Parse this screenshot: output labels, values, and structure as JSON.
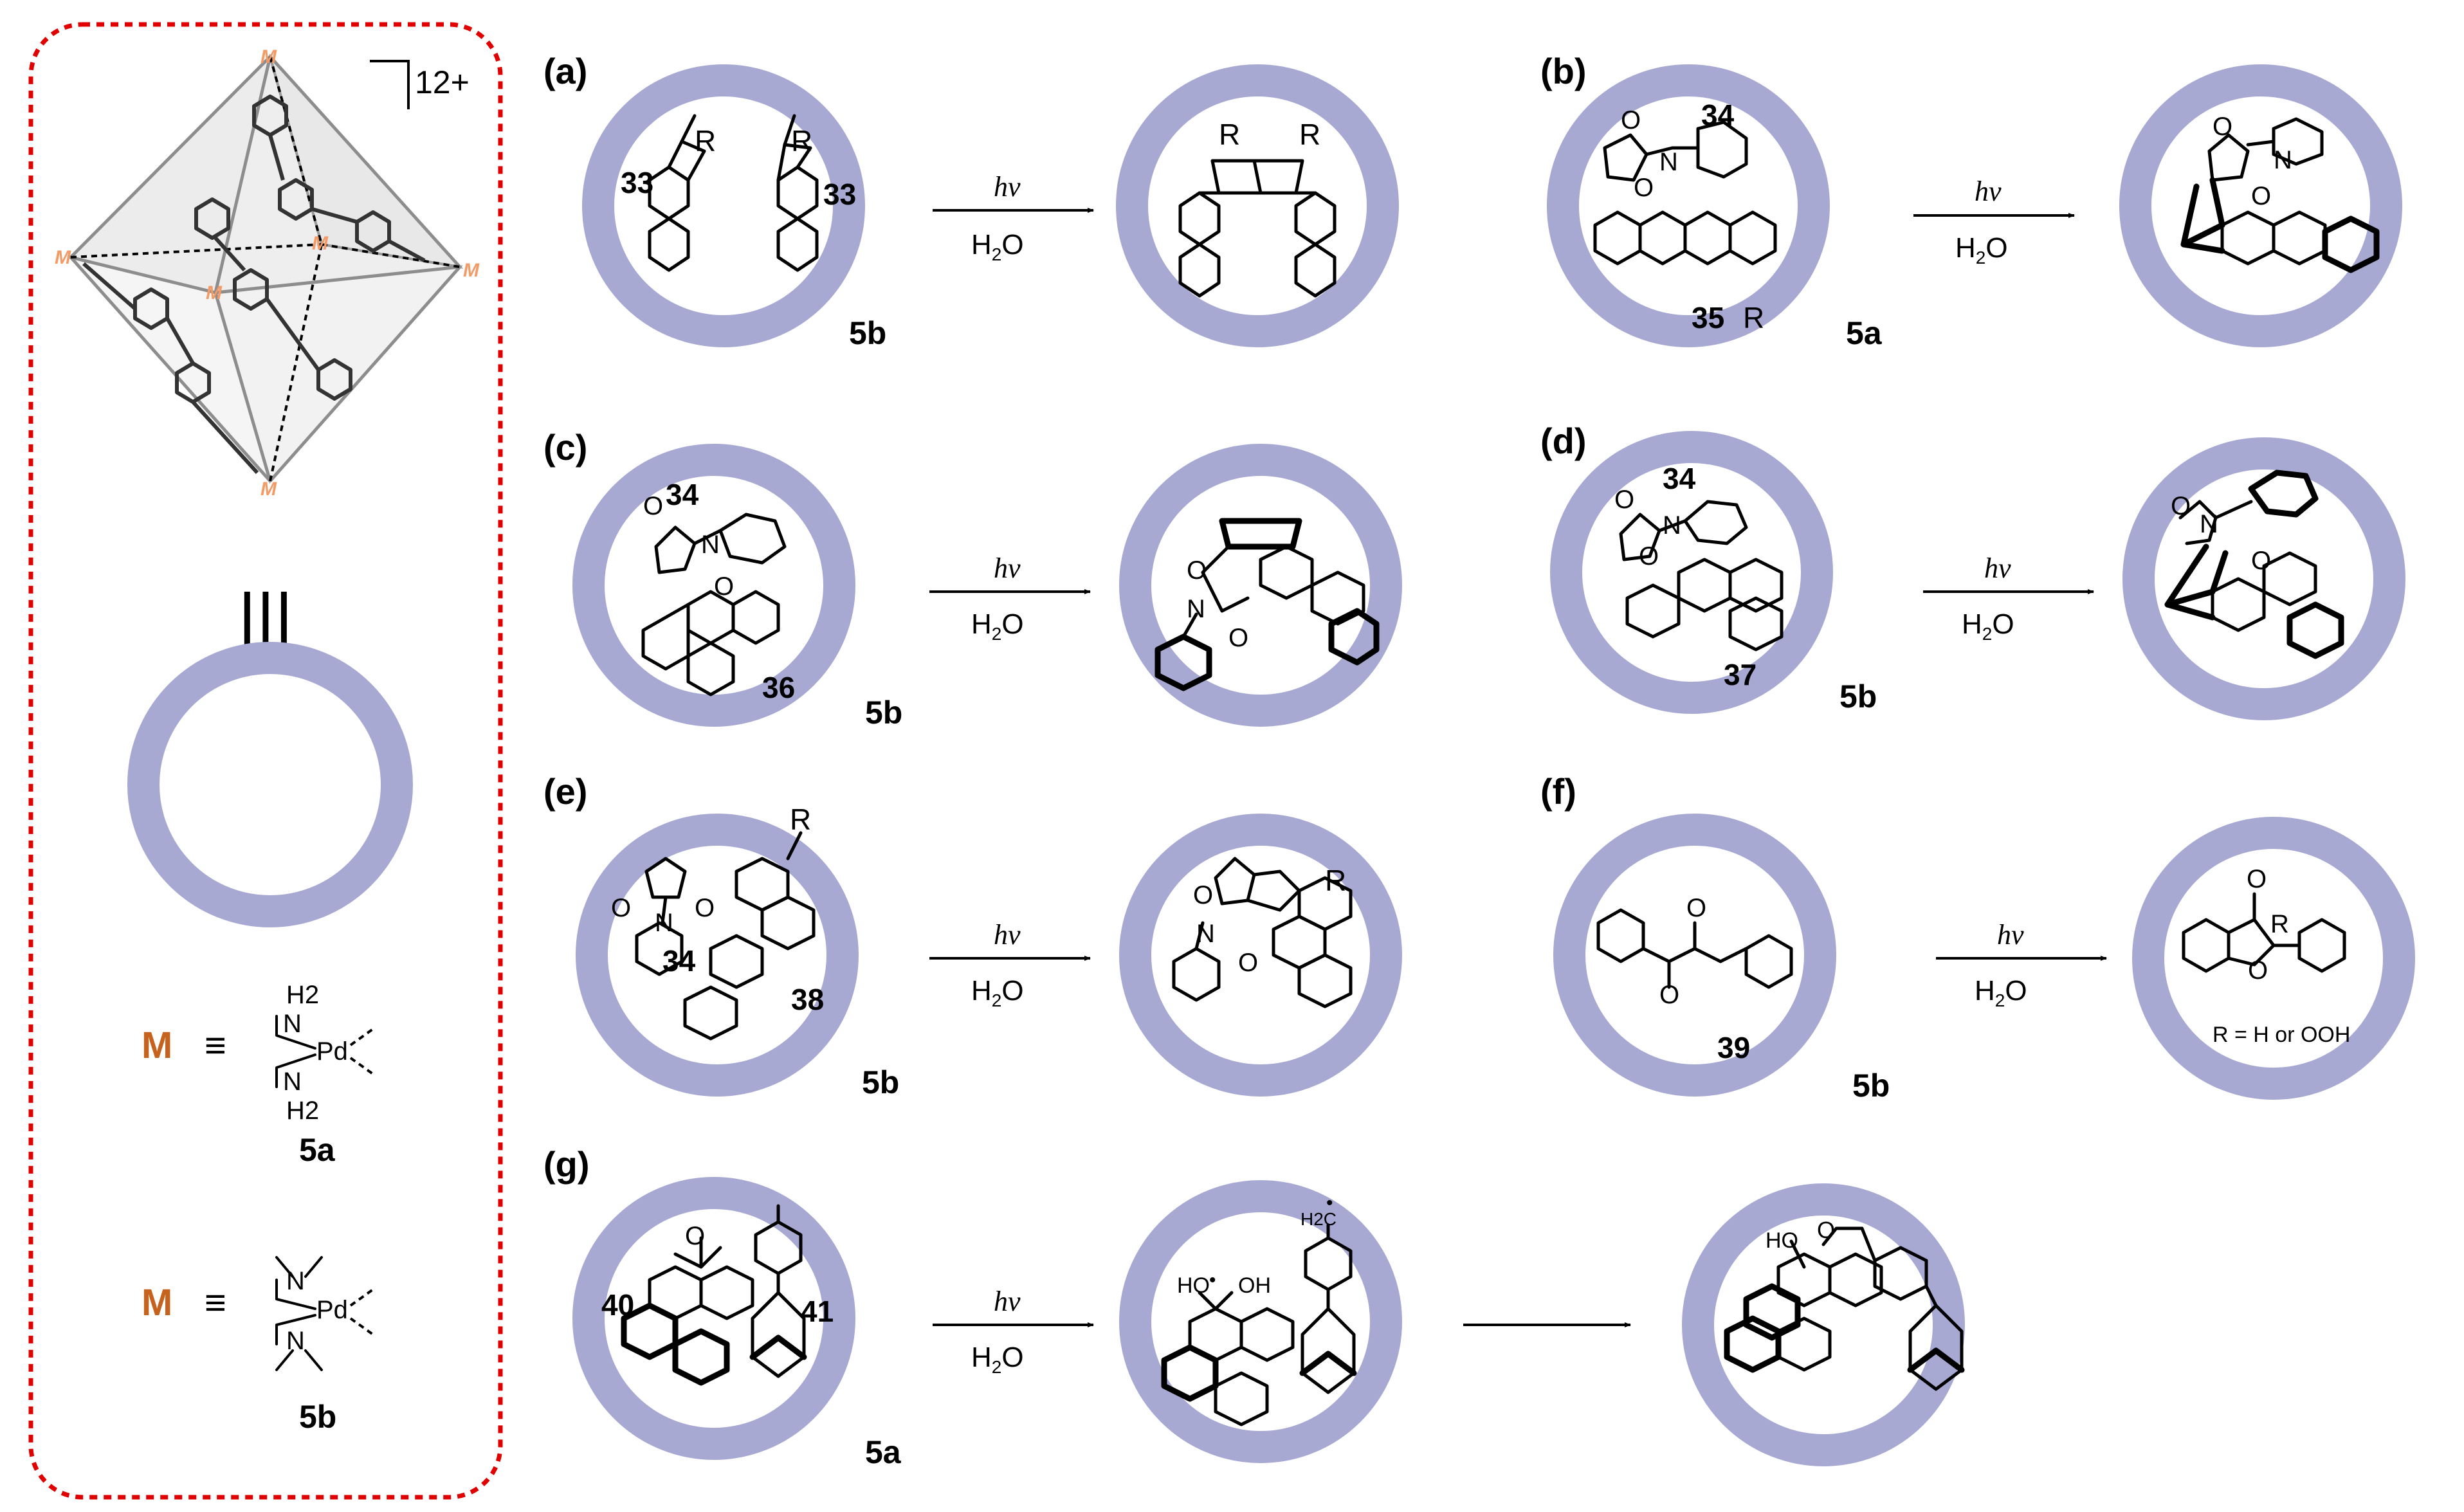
{
  "cage": {
    "charge": "12+",
    "vertex_label": "M",
    "equiv_symbol": "|||",
    "vertex_color": "#f29b67"
  },
  "legend": {
    "m_label": "M",
    "equiv": "≡",
    "complex_a": {
      "atoms": [
        "H2",
        "N",
        "Pd",
        "N",
        "H2"
      ],
      "label": "5a"
    },
    "complex_b": {
      "atoms": [
        "N",
        "Pd",
        "N"
      ],
      "label": "5b"
    },
    "m_color": "#c5621e"
  },
  "colors": {
    "ring": "#a7a9d3",
    "dashed_border": "#e00000"
  },
  "panels": [
    {
      "id": "a",
      "label": "(a)",
      "reactants": [
        "33",
        "33"
      ],
      "subs": [
        "R",
        "R"
      ],
      "cage": "5b",
      "product_subs": [
        "R",
        "R"
      ]
    },
    {
      "id": "b",
      "label": "(b)",
      "reactants": [
        "34",
        "35"
      ],
      "subs": [
        "R"
      ],
      "cage": "5a"
    },
    {
      "id": "c",
      "label": "(c)",
      "reactants": [
        "34",
        "36"
      ],
      "cage": "5b"
    },
    {
      "id": "d",
      "label": "(d)",
      "reactants": [
        "34",
        "37"
      ],
      "cage": "5b"
    },
    {
      "id": "e",
      "label": "(e)",
      "reactants": [
        "34",
        "38"
      ],
      "subs": [
        "R"
      ],
      "cage": "5b",
      "product_subs": [
        "R"
      ]
    },
    {
      "id": "f",
      "label": "(f)",
      "reactants": [
        "39"
      ],
      "cage": "5b",
      "product_note": "R = H or OOH",
      "product_subs": [
        "R"
      ]
    },
    {
      "id": "g",
      "label": "(g)",
      "reactants": [
        "40",
        "41"
      ],
      "cage": "5a"
    }
  ],
  "arrow": {
    "top": "hv",
    "bottom_main": "H",
    "bottom_sub": "2",
    "bottom_tail": "O"
  },
  "atoms": {
    "O": "O",
    "N": "N",
    "HO": "HO",
    "OH": "OH",
    "H2C": "H2C",
    "dot": "•"
  }
}
